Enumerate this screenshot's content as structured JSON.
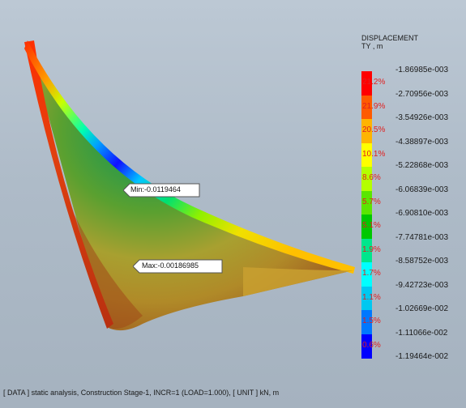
{
  "legend": {
    "title_line1": "DISPLACEMENT",
    "title_line2": "TY , m",
    "values": [
      "-1.86985e-003",
      "-2.70956e-003",
      "-3.54926e-003",
      "-4.38897e-003",
      "-5.22868e-003",
      "-6.06839e-003",
      "-6.90810e-003",
      "-7.74781e-003",
      "-8.58752e-003",
      "-9.42723e-003",
      "-1.02669e-002",
      "-1.11066e-002",
      "-1.19464e-002"
    ],
    "percentages": [
      "21.2%",
      "21.9%",
      "20.5%",
      "10.1%",
      "8.6%",
      "5.7%",
      "5.1%",
      "1.9%",
      "1.7%",
      "1.1%",
      "1.5%",
      "0.6%"
    ],
    "colors": [
      "#ff0000",
      "#ff5a00",
      "#ffb400",
      "#ffff00",
      "#b4ff00",
      "#5ae600",
      "#00c800",
      "#00e68c",
      "#00ffff",
      "#00c8f0",
      "#0078ff",
      "#0000ff"
    ]
  },
  "annotations": {
    "min_label": "Min:-0.0119464",
    "max_label": "Max:-0.00186985"
  },
  "footer": {
    "text": "[ DATA ] static analysis,  Construction Stage-1,  INCR=1 (LOAD=1.000),  [ UNIT ]  kN,  m"
  }
}
